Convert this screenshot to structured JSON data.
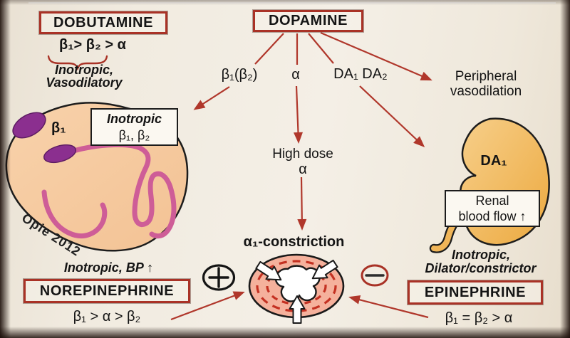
{
  "palette": {
    "accent_red": "#a93226",
    "arrow_red": "#b0372b",
    "heart_fill": "#f6c9a0",
    "kidney_fill": "#f2b95e",
    "node_purple": "#8b2f8f",
    "conduction_pink": "#ce5d97",
    "vessel_wall": "#f5b19c",
    "dash_red": "#c43122",
    "background_cream": "#f1ebe0"
  },
  "boxes": {
    "dobutamine": "DOBUTAMINE",
    "dopamine": "DOPAMINE",
    "norepinephrine": "NOREPINEPHRINE",
    "epinephrine": "EPINEPHRINE"
  },
  "dobutamine": {
    "affinity": "β₁> β₂ > α",
    "effect_line1": "Inotropic,",
    "effect_line2": "Vasodilatory"
  },
  "dopamine": {
    "receptor_beta": "β₁(β₂)",
    "receptor_alpha": "α",
    "receptor_da": "DA₁ DA₂",
    "peripheral_line1": "Peripheral",
    "peripheral_line2": "vasodilation",
    "high_dose_line1": "High dose",
    "high_dose_line2": "α",
    "constriction": "α₁-constriction"
  },
  "heart": {
    "receptor": "β₁",
    "box_line1": "Inotropic",
    "box_line2": "β₁, β₂",
    "credit": "Opie 2012"
  },
  "kidney": {
    "receptor": "DA₁",
    "box_line1": "Renal",
    "box_line2": "blood flow ↑"
  },
  "norepinephrine": {
    "effect": "Inotropic, BP ↑",
    "affinity": "β₁ > α > β₂"
  },
  "epinephrine": {
    "effect_line1": "Inotropic,",
    "effect_line2": "Dilator/constrictor",
    "affinity": "β₁ = β₂ > α"
  },
  "symbols": {
    "plus": "+",
    "minus": "−"
  }
}
